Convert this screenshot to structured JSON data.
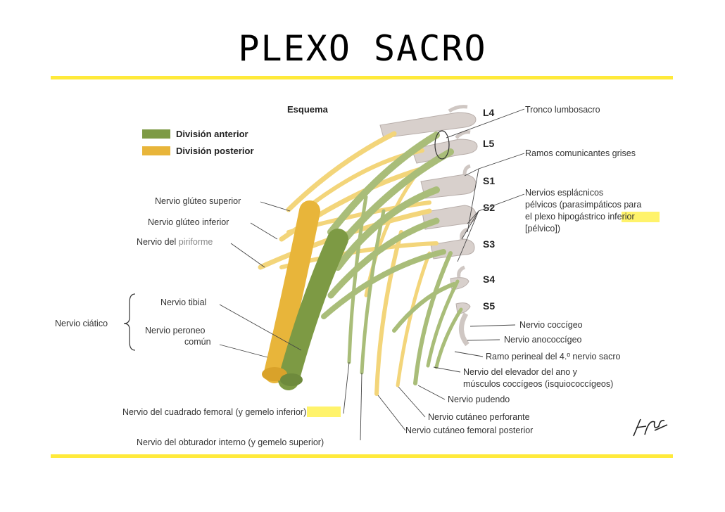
{
  "slide": {
    "title": "PLEXO SACRO"
  },
  "diagram": {
    "heading": "Esquema",
    "legend": [
      {
        "label": "División anterior",
        "color": "#7d9a44"
      },
      {
        "label": "División posterior",
        "color": "#e8b53a"
      }
    ],
    "segments": [
      "L4",
      "L5",
      "S1",
      "S2",
      "S3",
      "S4",
      "S5"
    ],
    "labels": {
      "gluteo_superior": "Nervio glúteo superior",
      "gluteo_inferior": "Nervio glúteo inferior",
      "piriforme_a": "Nervio del ",
      "piriforme_b": "piriforme",
      "ciatico": "Nervio ciático",
      "tibial": "Nervio tibial",
      "peroneo_1": "Nervio peroneo",
      "peroneo_2": "común",
      "cuadrado_a": "Nervio del cuadrado femoral (y gemelo ",
      "cuadrado_b": "inferior",
      "cuadrado_c": ")",
      "obturador": "Nervio del obturador interno (y gemelo superior)",
      "tronco": "Tronco lumbosacro",
      "ramos": "Ramos comunicantes grises",
      "esplac_1": "Nervios esplácnicos",
      "esplac_2": "pélvicos (parasimpáticos para",
      "esplac_3a": "el plexo hipogástrico ",
      "esplac_3b": "inferior",
      "esplac_4": "[pélvico])",
      "coccigeo": "Nervio coccígeo",
      "anococcigeo": "Nervio anococcígeo",
      "perineal": "Ramo perineal del 4.º nervio sacro",
      "elevador_1": "Nervio del elevador del ano y",
      "elevador_2": "músculos coccígeos (isquiococcígeos)",
      "pudendo": "Nervio pudendo",
      "perforante": "Nervio cutáneo perforante",
      "femoral_post": "Nervio cutáneo femoral posterior"
    },
    "colors": {
      "anterior": "#7d9a44",
      "anterior_light": "#a9bd79",
      "posterior": "#e8b53a",
      "posterior_light": "#f3d57a",
      "root": "#d8d0cc",
      "highlight": "#fff36b",
      "rule": "#ffea3a"
    }
  }
}
